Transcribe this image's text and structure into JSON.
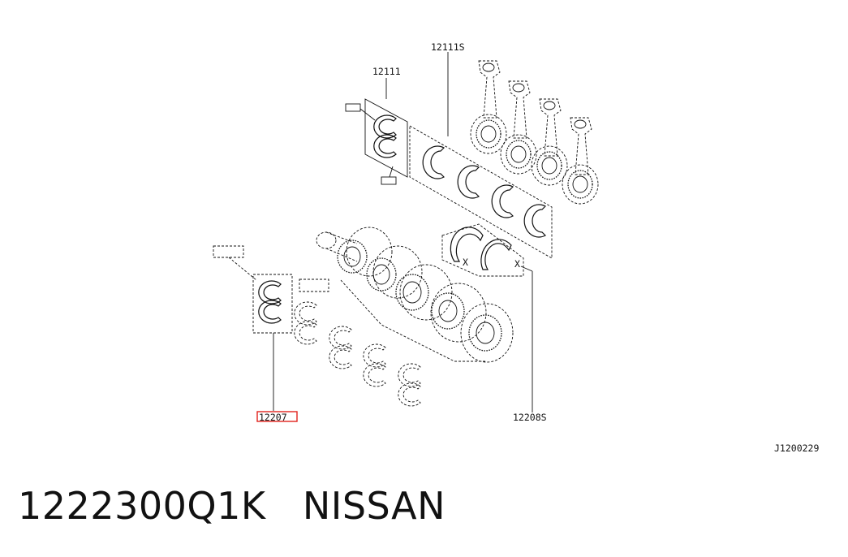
{
  "diagram": {
    "labels": {
      "conrod_bearing_set": "12111S",
      "conrod_bearing": "12111",
      "main_bearing": "12207",
      "thrust_washer": "12208S",
      "figure_code": "J1200229"
    },
    "highlight_color": "#e0221c"
  },
  "caption": {
    "part_number": "1222300Q1K",
    "brand": "NISSAN",
    "text": "1222300Q1K   NISSAN"
  }
}
